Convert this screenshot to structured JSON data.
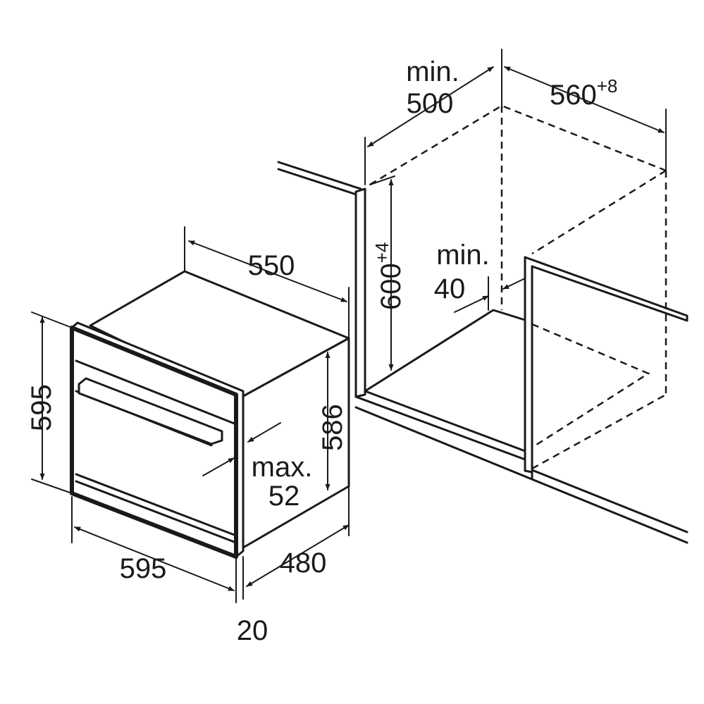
{
  "diagram": {
    "oven": {
      "width": "595",
      "height": "595",
      "depth": "550",
      "body_height": "586",
      "body_depth": "480",
      "front_offset": "20",
      "max_label": "max.",
      "max_value": "52"
    },
    "niche": {
      "min_label_top": "min.",
      "min_value_top": "500",
      "width_base": "560",
      "width_tol": "+8",
      "height_base": "600",
      "height_tol": "+4",
      "min_label_gap": "min.",
      "min_value_gap": "40"
    }
  }
}
